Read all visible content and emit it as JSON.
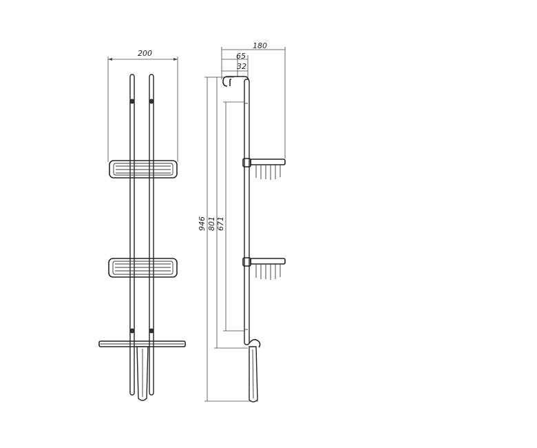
{
  "dimensions": {
    "front_width": "200",
    "side_depth": "180",
    "top_offset": "65",
    "top_small": "32",
    "total_height": "946",
    "mid_height": "801",
    "rail_height": "671"
  },
  "colors": {
    "line": "#222222",
    "background": "#ffffff"
  }
}
